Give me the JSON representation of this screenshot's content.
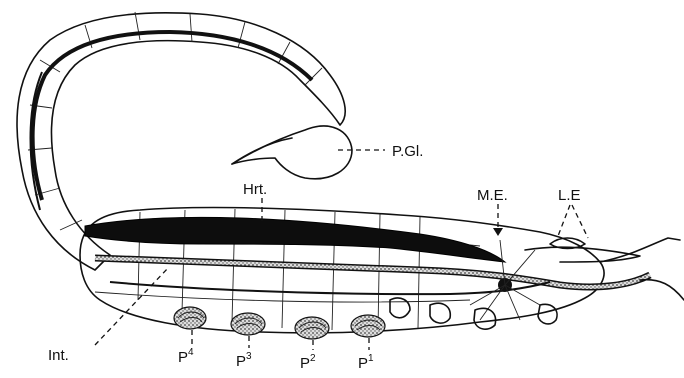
{
  "labels": {
    "poison_gland": "P.Gl.",
    "heart": "Hrt.",
    "median_eye": "M.E.",
    "lateral_eye": "L.E",
    "intestine": "Int.",
    "lung_book_4": {
      "base": "P",
      "sup": "4"
    },
    "lung_book_3": {
      "base": "P",
      "sup": "3"
    },
    "lung_book_2": {
      "base": "P",
      "sup": "2"
    },
    "lung_book_1": {
      "base": "P",
      "sup": "1"
    }
  },
  "colors": {
    "ink": "#111111",
    "paper": "#ffffff",
    "stipple": "#9a9a9a"
  }
}
